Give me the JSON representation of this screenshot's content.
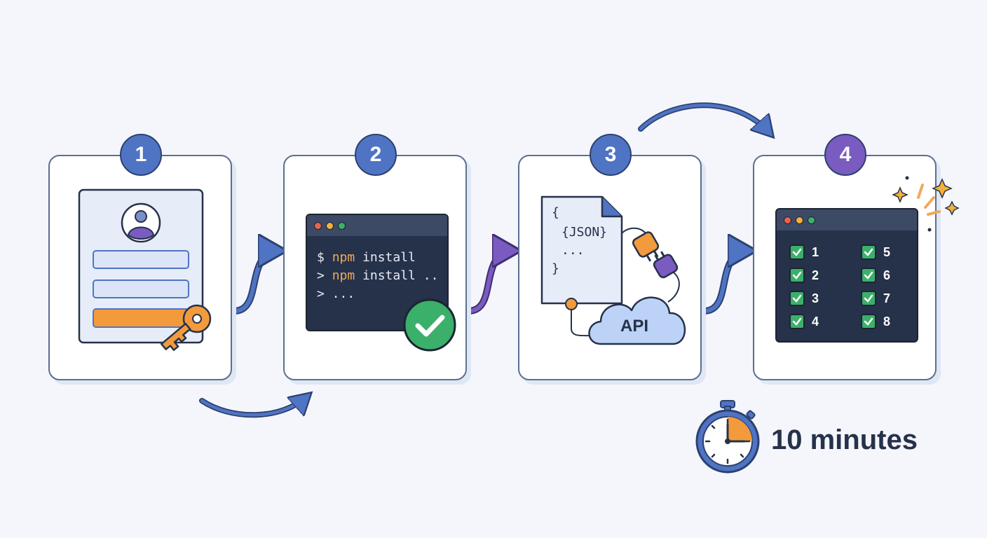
{
  "steps": [
    {
      "number": "1",
      "illustration": "signup-form-with-key"
    },
    {
      "number": "2",
      "commands": [
        "$ ",
        "npm",
        " install",
        "> ",
        "npm",
        " install ..",
        "> ..."
      ]
    },
    {
      "number": "3",
      "json_lines": [
        "{",
        "{JSON}",
        "...",
        "}"
      ],
      "cloud_label": "API"
    },
    {
      "number": "4",
      "checklist": [
        "1",
        "2",
        "3",
        "4",
        "5",
        "6",
        "7",
        "8"
      ]
    }
  ],
  "duration": "10 minutes",
  "colors": {
    "primary_blue": "#4f74c4",
    "purple": "#7a5bc0",
    "orange": "#f39a3c",
    "green": "#3bb06a",
    "terminal": "#26324a",
    "outline": "#5b6f8f"
  },
  "icons": [
    "user-avatar-icon",
    "key-icon",
    "check-circle-icon",
    "document-icon",
    "plug-icon",
    "cloud-icon",
    "stopwatch-icon",
    "sparkle-icon"
  ]
}
